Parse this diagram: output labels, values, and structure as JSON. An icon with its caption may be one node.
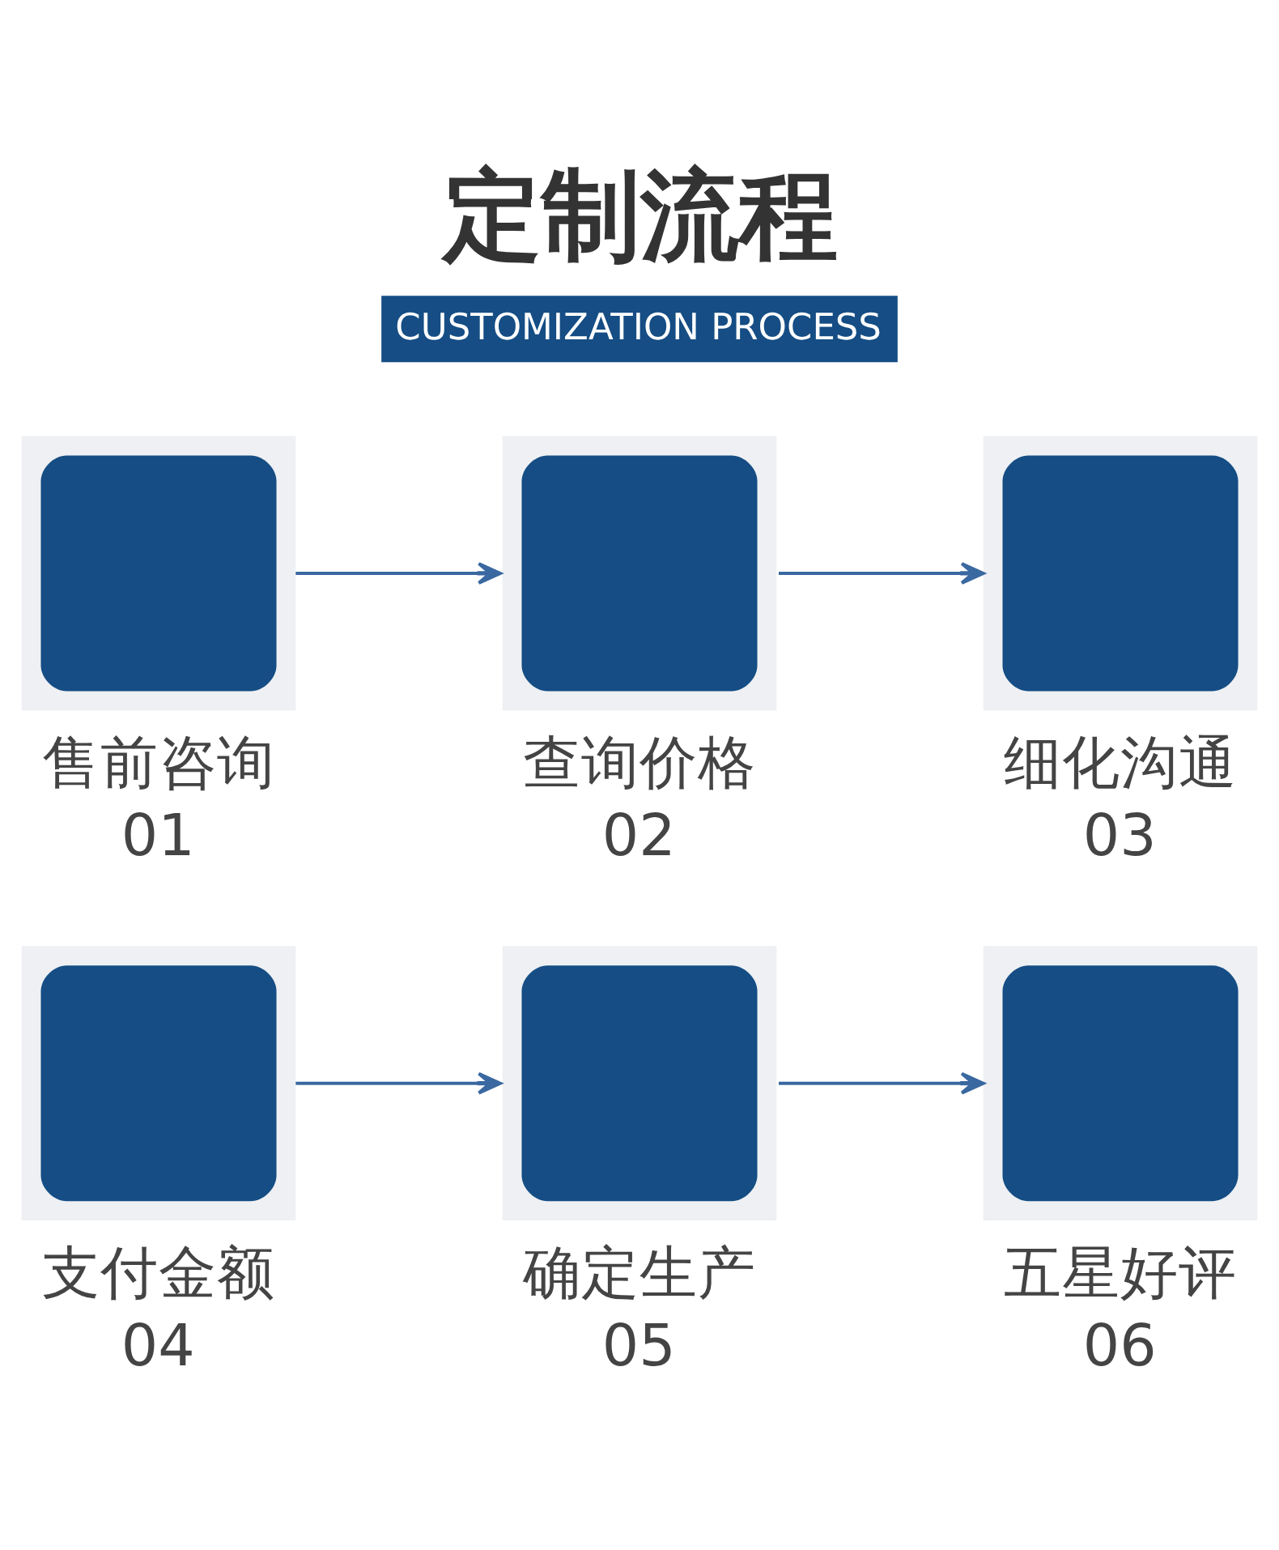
{
  "diagram": {
    "title": "定制流程",
    "nodes": [
      {
        "text": [
          "售前咨询",
          "01"
        ]
      },
      {
        "text": [
          "查询价格",
          "02"
        ]
      },
      {
        "text": [
          "细化沟通",
          "03"
        ]
      },
      {
        "text": [
          "支付金额",
          "04"
        ]
      },
      {
        "text": [
          "确定生产",
          "05"
        ]
      },
      {
        "text": [
          "五星好评",
          "06"
        ]
      }
    ],
    "edges": [
      {
        "from": 0,
        "to": 1,
        "arrow": "to"
      },
      {
        "from": 1,
        "to": 2,
        "arrow": "to"
      },
      {
        "from": 3,
        "to": 4,
        "arrow": "to"
      },
      {
        "from": 4,
        "to": 5,
        "arrow": "to"
      }
    ],
    "labels": [
      "CUSTOMIZATION PROCESS"
    ]
  }
}
